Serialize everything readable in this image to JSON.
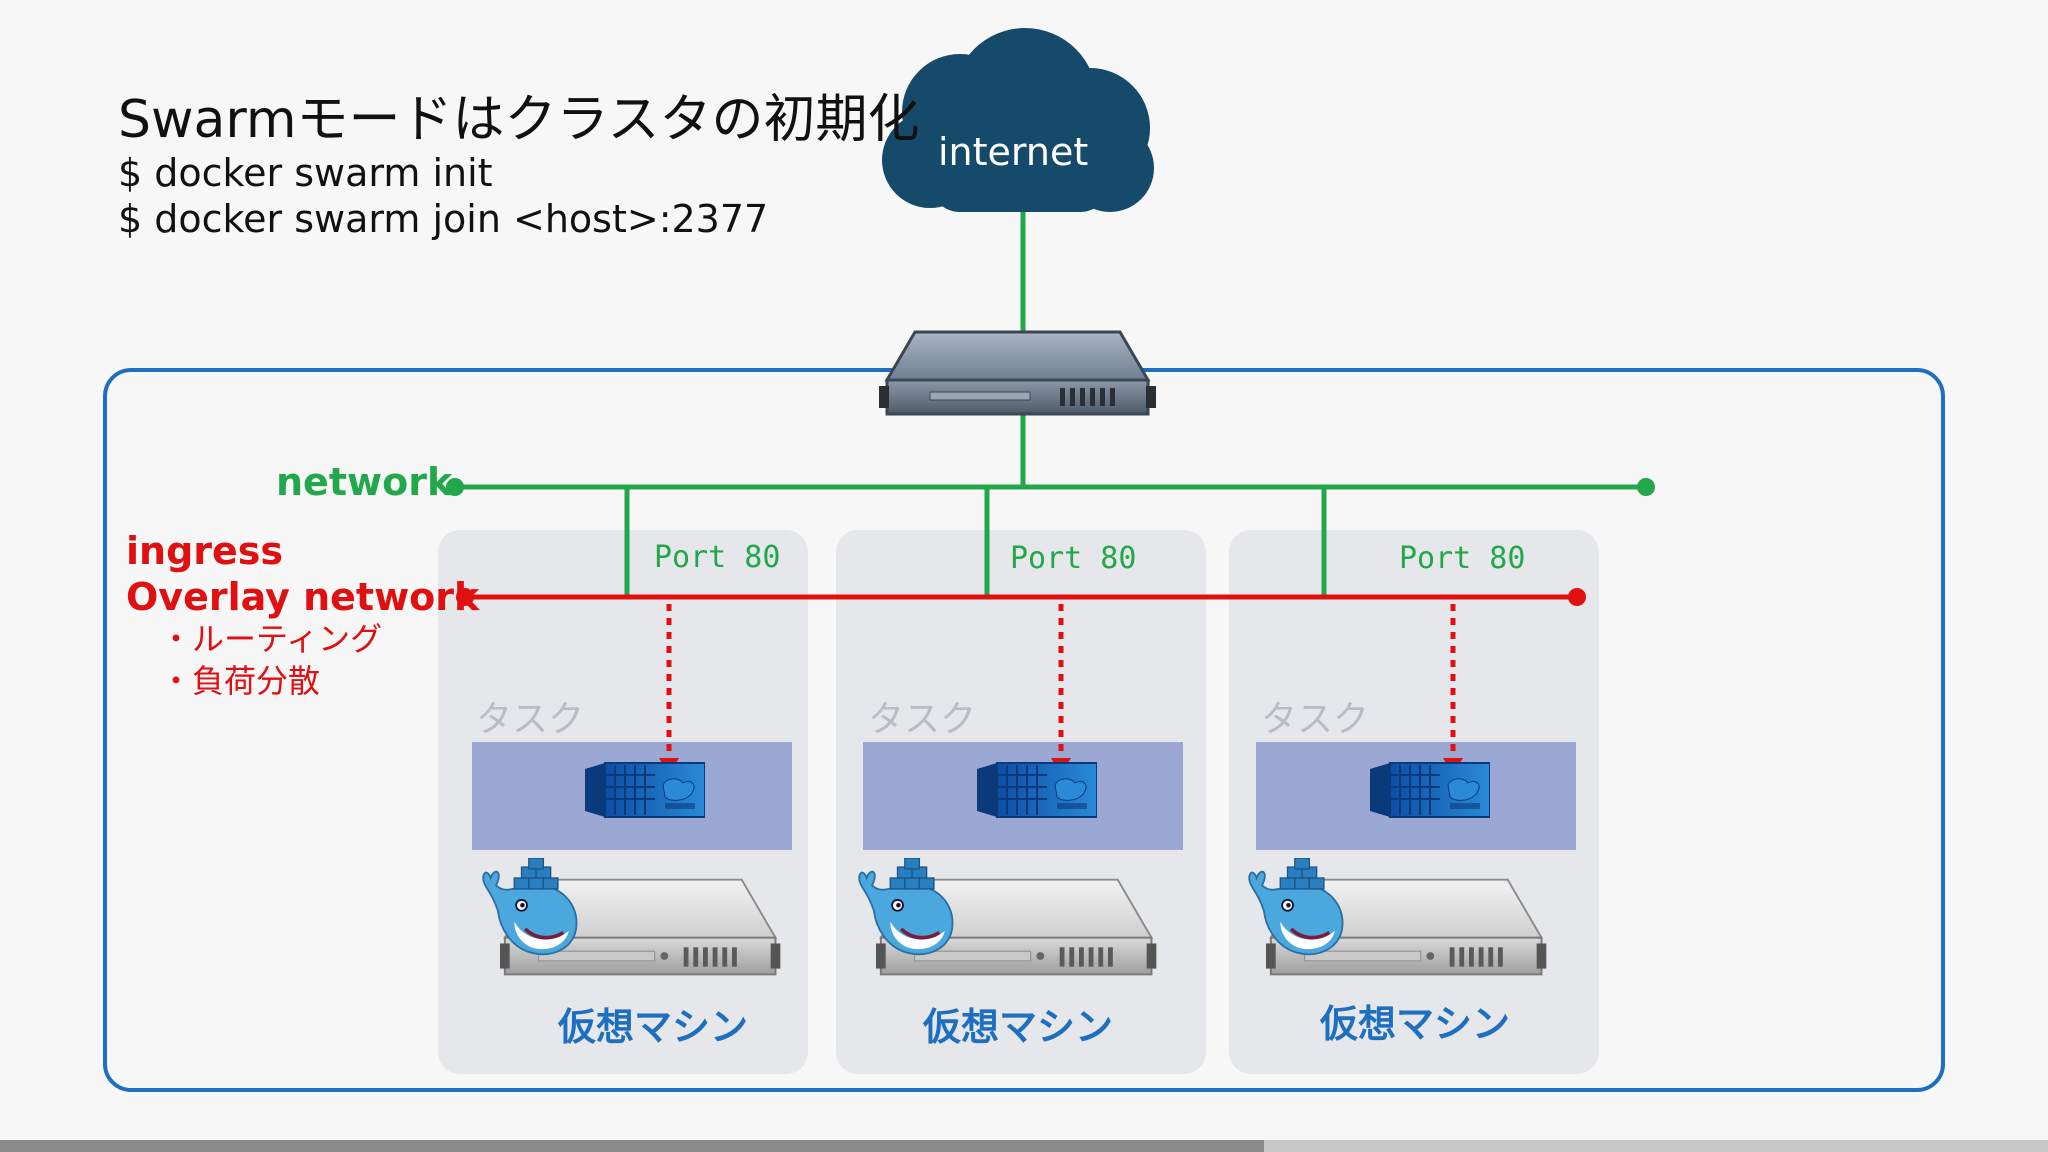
{
  "title": {
    "heading": "Swarmモードはクラスタの初期化",
    "cmd1": "$ docker swarm init",
    "cmd2": "$ docker swarm join <host>:2377"
  },
  "internet_label": "internet",
  "network_label": "network",
  "ingress_label": "ingress",
  "overlay_label": "Overlay network",
  "bullets": [
    "・ルーティング",
    "・負荷分散"
  ],
  "nodes": [
    {
      "port": "Port 80",
      "task": "タスク",
      "vm": "仮想マシン"
    },
    {
      "port": "Port 80",
      "task": "タスク",
      "vm": "仮想マシン"
    },
    {
      "port": "Port 80",
      "task": "タスク",
      "vm": "仮想マシン"
    }
  ],
  "colors": {
    "network": "#22a84a",
    "overlay": "#e01010",
    "cluster_border": "#1f6fc0",
    "cloud": "#164a6b",
    "node_bg": "#e6e7ea",
    "task_band": "#9aa8d3"
  },
  "progress": 0.617
}
